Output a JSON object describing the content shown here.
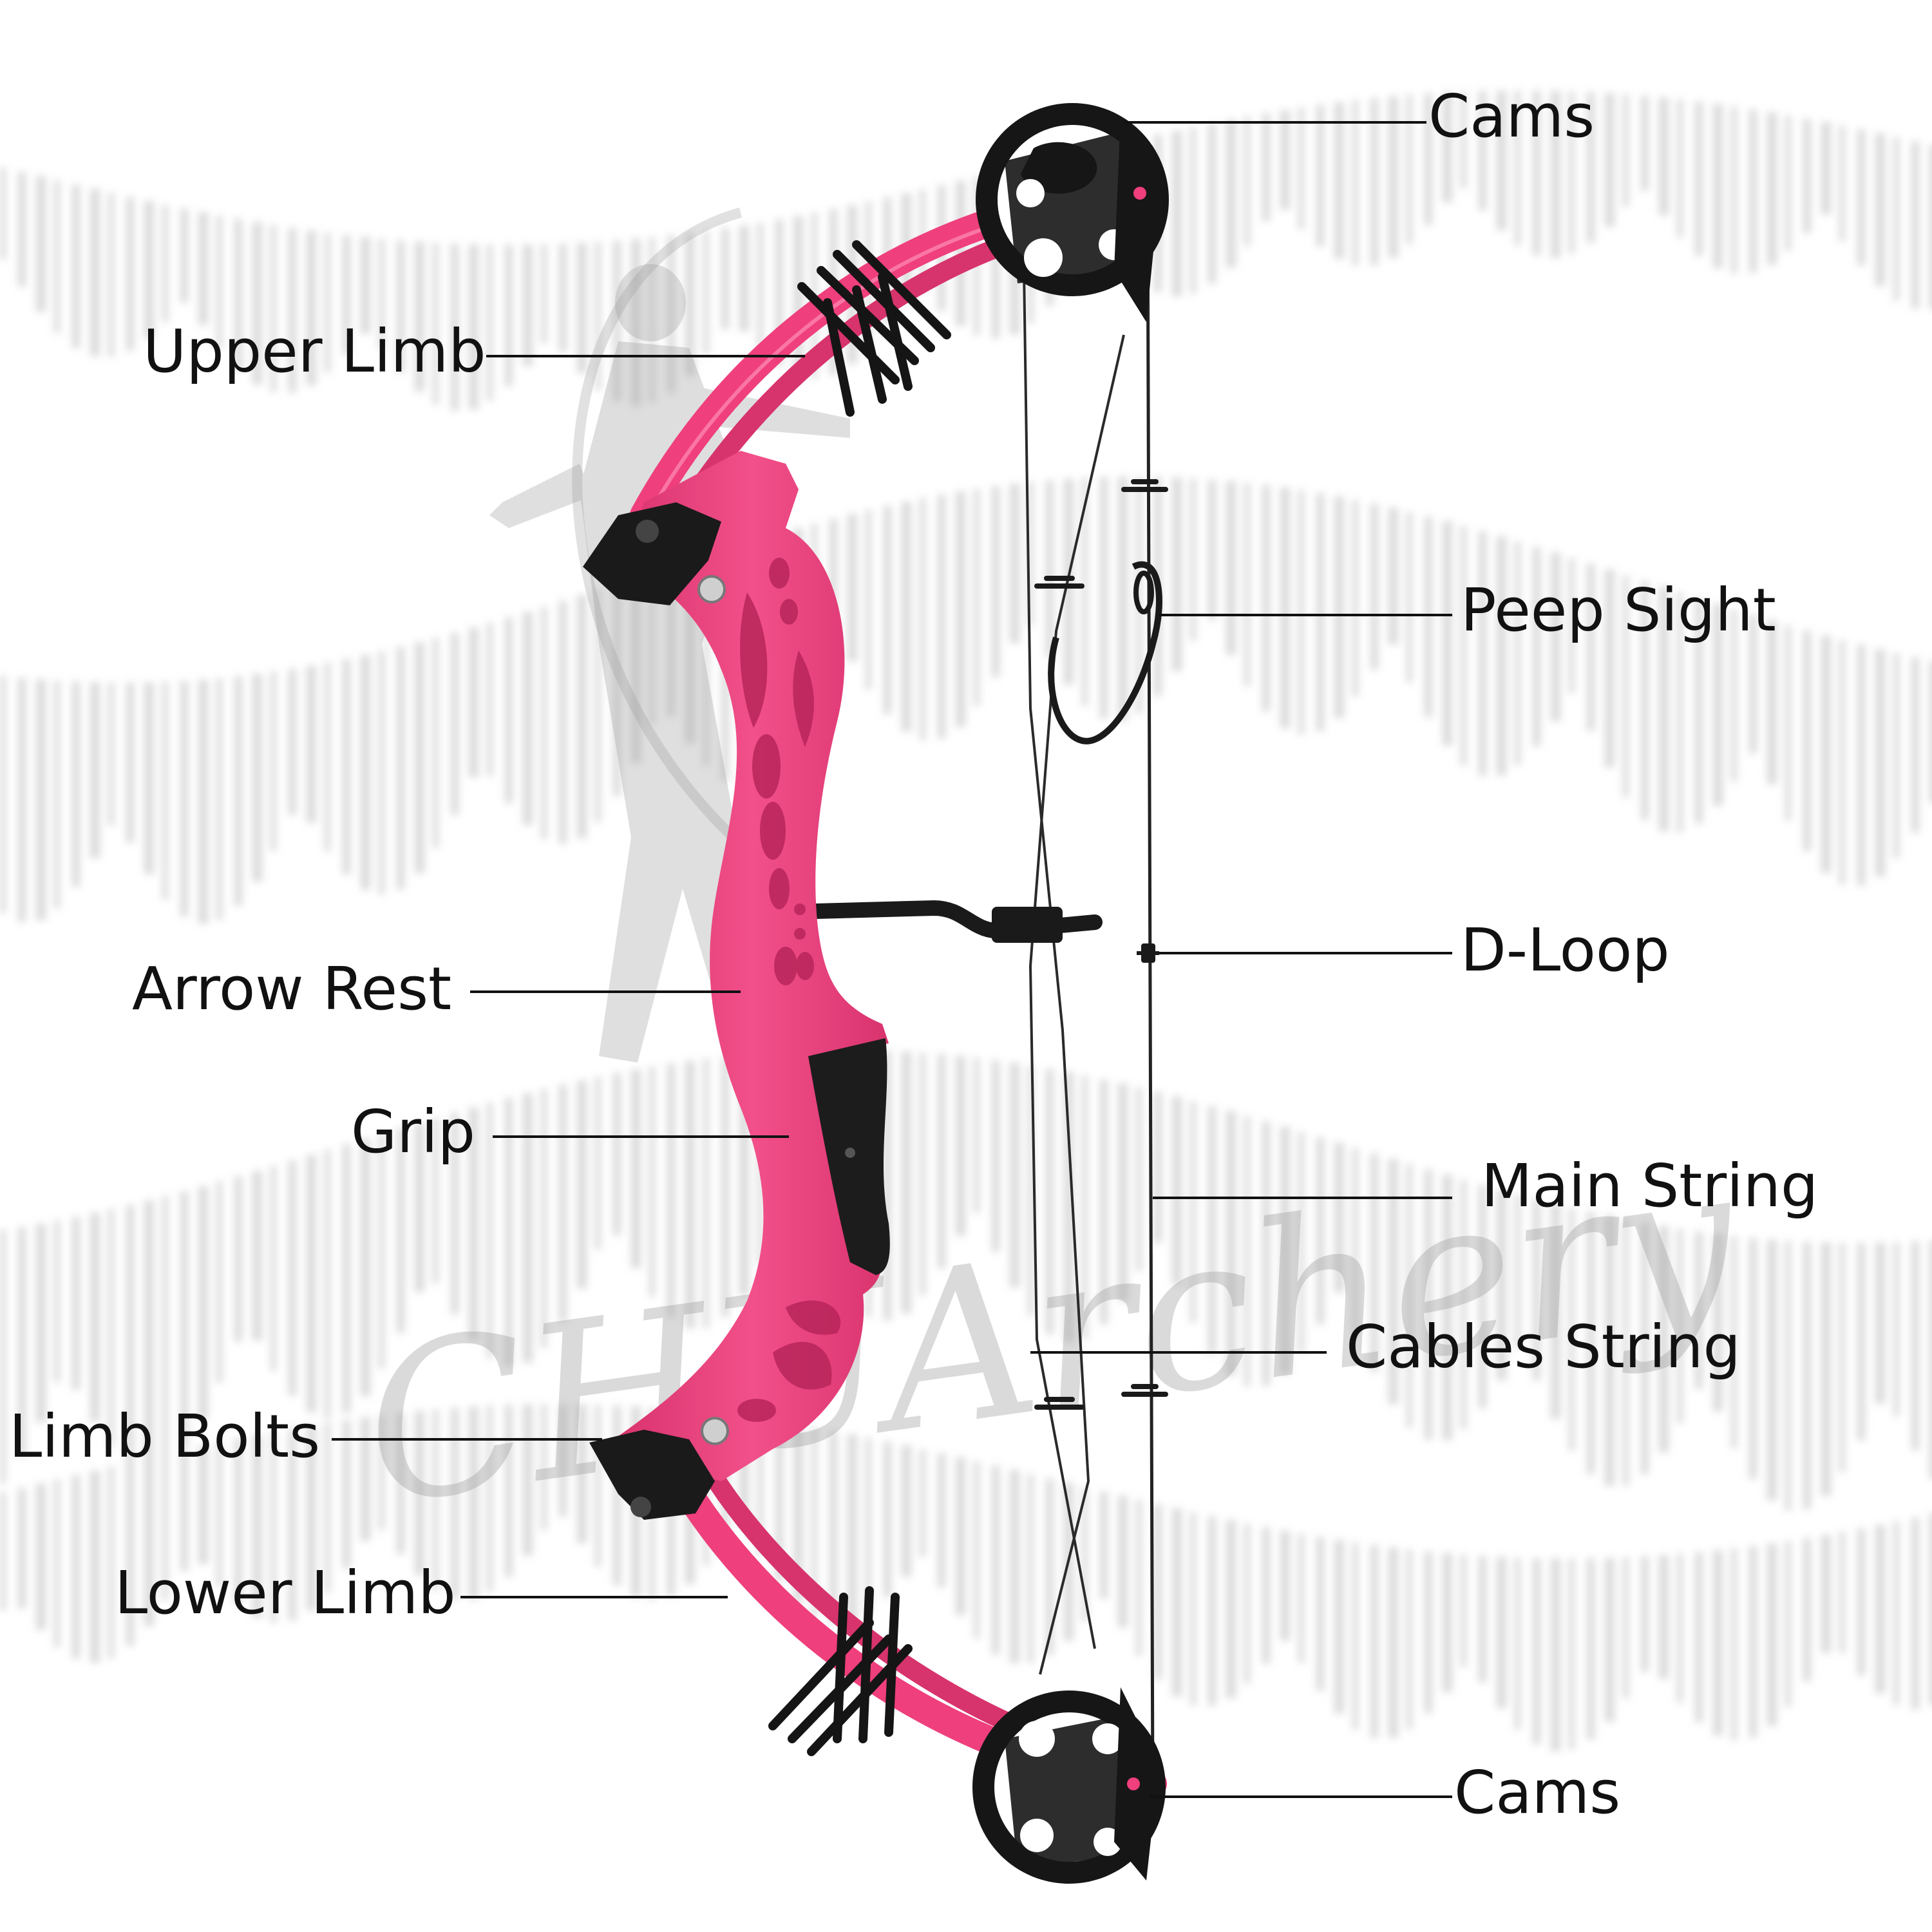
{
  "diagram": {
    "subject": "compound bow",
    "watermark_text": "CHUArchery",
    "colors": {
      "riser": "#f0407d",
      "riser_dark": "#c92c62",
      "hardware": "#1a1a1a",
      "string": "#222222",
      "leader_line": "#111111",
      "label_text": "#111111",
      "background_stripes": "#bfbfbf"
    },
    "labels": {
      "cams_top": "Cams",
      "upper_limb": "Upper Limb",
      "peep_sight": "Peep Sight",
      "d_loop": "D-Loop",
      "arrow_rest": "Arrow Rest",
      "grip": "Grip",
      "main_string": "Main String",
      "cables_string": "Cables String",
      "limb_bolts": "Limb Bolts",
      "lower_limb": "Lower Limb",
      "cams_bottom": "Cams"
    }
  }
}
